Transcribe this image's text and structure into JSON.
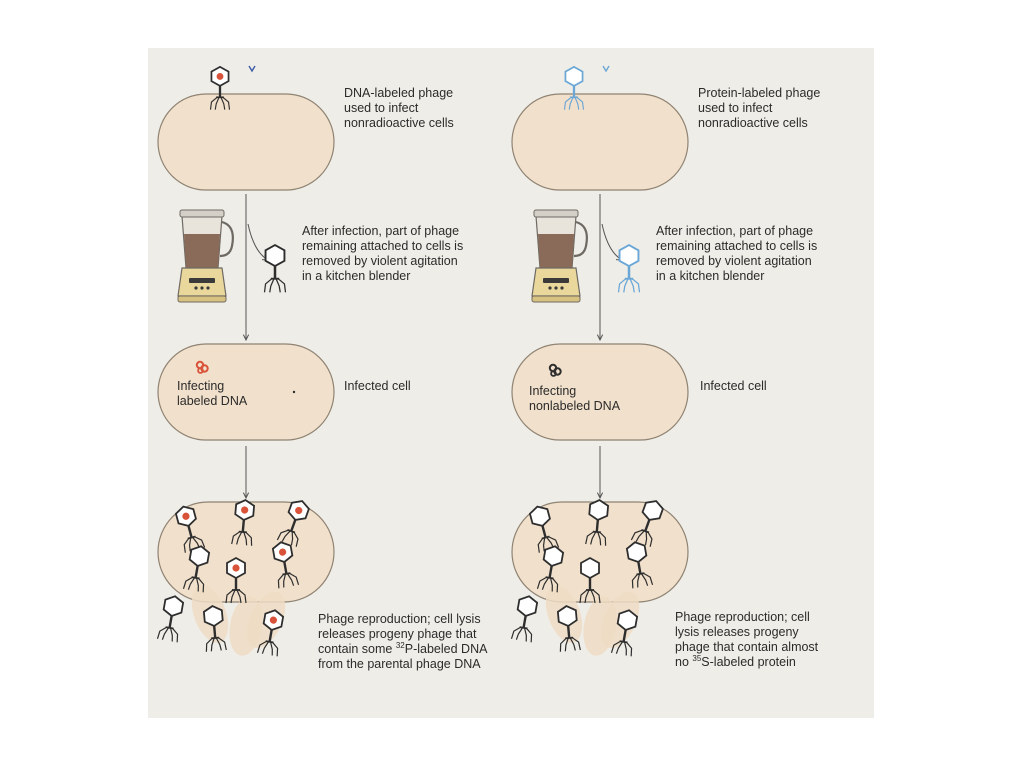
{
  "colors": {
    "panel_background": "#efede7",
    "cell_fill": "#f1e0cb",
    "cell_stroke": "#8f8373",
    "dna_label": "#d9533a",
    "protein_label": "#6aa6d6",
    "arrow": "#555555",
    "phage_ink": "#2e2e2e"
  },
  "left_column": {
    "step1": {
      "lines": [
        "DNA-labeled phage",
        "used to infect",
        "nonradioactive cells"
      ]
    },
    "step2": {
      "lines": [
        "After infection, part of phage",
        "remaining attached to cells is",
        "removed by violent agitation",
        "in a kitchen blender"
      ]
    },
    "step3": {
      "caption": "Infected cell",
      "inside_lines": [
        "Infecting",
        "labeled DNA"
      ]
    },
    "step4": {
      "line1": "Phage reproduction; cell lysis",
      "line2": "releases progeny phage that",
      "line3": "contain some",
      "isotope_mass": "32",
      "line3_rest": "P-labeled DNA",
      "line4": "from the parental phage DNA"
    }
  },
  "right_column": {
    "step1": {
      "lines": [
        "Protein-labeled phage",
        "used to infect",
        "nonradioactive cells"
      ]
    },
    "step2": {
      "lines": [
        "After infection, part of phage",
        "remaining attached to cells is",
        "removed by violent agitation",
        "in a kitchen blender"
      ]
    },
    "step3": {
      "caption": "Infected cell",
      "inside_lines": [
        "Infecting",
        "nonlabeled DNA"
      ]
    },
    "step4": {
      "line1": "Phage reproduction; cell",
      "line2": "lysis releases progeny",
      "line3": "phage that contain almost",
      "line4_a": "no",
      "isotope_mass": "35",
      "line4_b": "S-labeled protein"
    }
  }
}
